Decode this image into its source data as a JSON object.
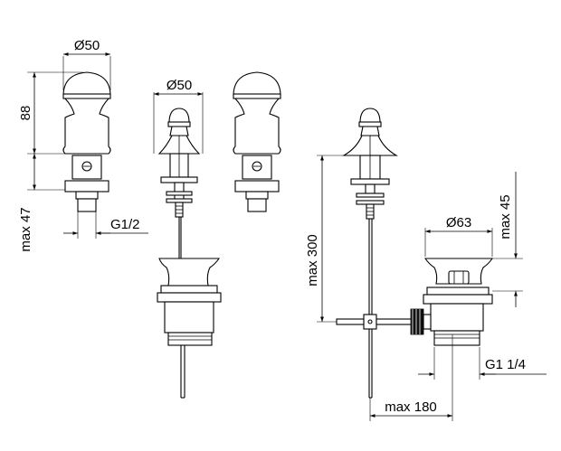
{
  "dimensions": {
    "left_diameter": "Ø50",
    "left_height": "88",
    "left_max_length": "max 47",
    "left_thread": "G1/2",
    "center_diameter": "Ø50",
    "right_waste_diameter": "Ø63",
    "right_max_height": "max 45",
    "right_max_length": "max 300",
    "right_thread": "G1 1/4",
    "right_max_reach": "max 180"
  },
  "colors": {
    "line": "#000000",
    "background": "#ffffff"
  }
}
